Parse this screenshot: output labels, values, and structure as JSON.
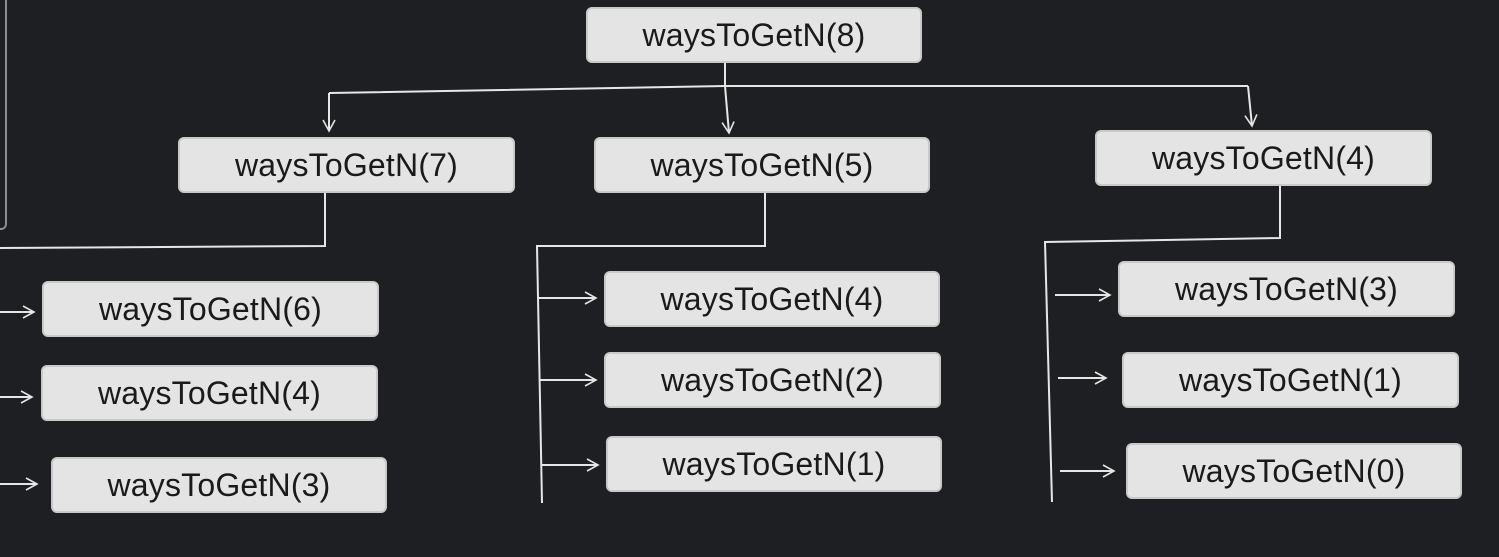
{
  "diagram": {
    "root": {
      "label": "waysToGetN(8)"
    },
    "children": [
      {
        "label": "waysToGetN(7)",
        "children": [
          {
            "label": "waysToGetN(6)"
          },
          {
            "label": "waysToGetN(4)"
          },
          {
            "label": "waysToGetN(3)"
          }
        ]
      },
      {
        "label": "waysToGetN(5)",
        "children": [
          {
            "label": "waysToGetN(4)"
          },
          {
            "label": "waysToGetN(2)"
          },
          {
            "label": "waysToGetN(1)"
          }
        ]
      },
      {
        "label": "waysToGetN(4)",
        "children": [
          {
            "label": "waysToGetN(3)"
          },
          {
            "label": "waysToGetN(1)"
          },
          {
            "label": "waysToGetN(0)"
          }
        ]
      }
    ]
  },
  "colors": {
    "background": "#1e1f22",
    "node_fill": "#e4e4e4",
    "node_text": "#1a1a1a",
    "line": "#e6e6e6"
  }
}
